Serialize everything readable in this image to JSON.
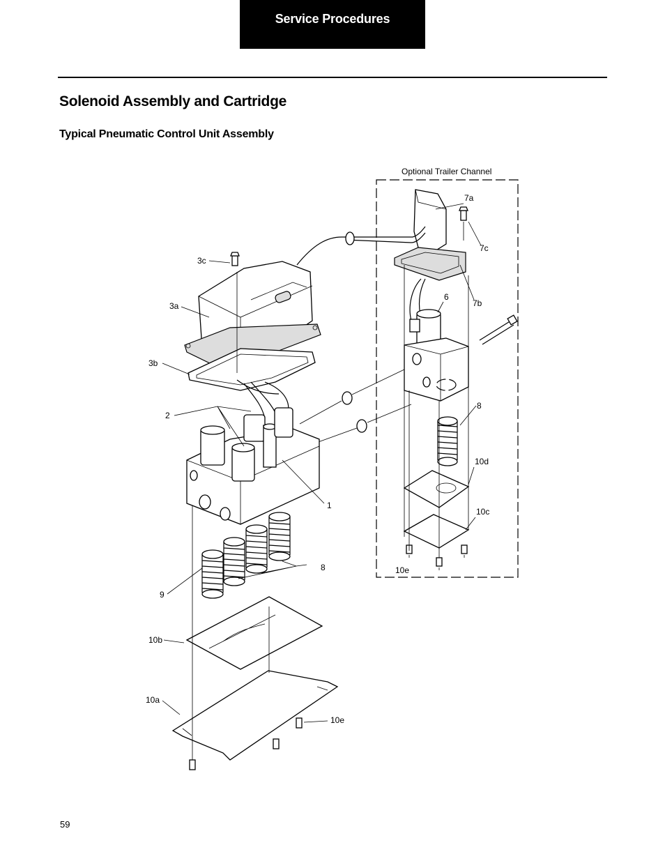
{
  "header": {
    "tab_label": "Service Procedures"
  },
  "section": {
    "title": "Solenoid Assembly and Cartridge",
    "subtitle": "Typical Pneumatic Control Unit Assembly"
  },
  "figure": {
    "trailer_channel_label": "Optional Trailer Channel",
    "callouts": {
      "c7a": "7a",
      "c7c": "7c",
      "c3c": "3c",
      "c3a": "3a",
      "c6": "6",
      "c7b": "7b",
      "c3b": "3b",
      "c8_right": "8",
      "c2": "2",
      "c10d": "10d",
      "c1": "1",
      "c10c": "10c",
      "c8_left": "8",
      "c10e_right": "10e",
      "c9": "9",
      "c10b": "10b",
      "c10a": "10a",
      "c10e_bottom": "10e"
    }
  },
  "footer": {
    "page_number": "59"
  }
}
